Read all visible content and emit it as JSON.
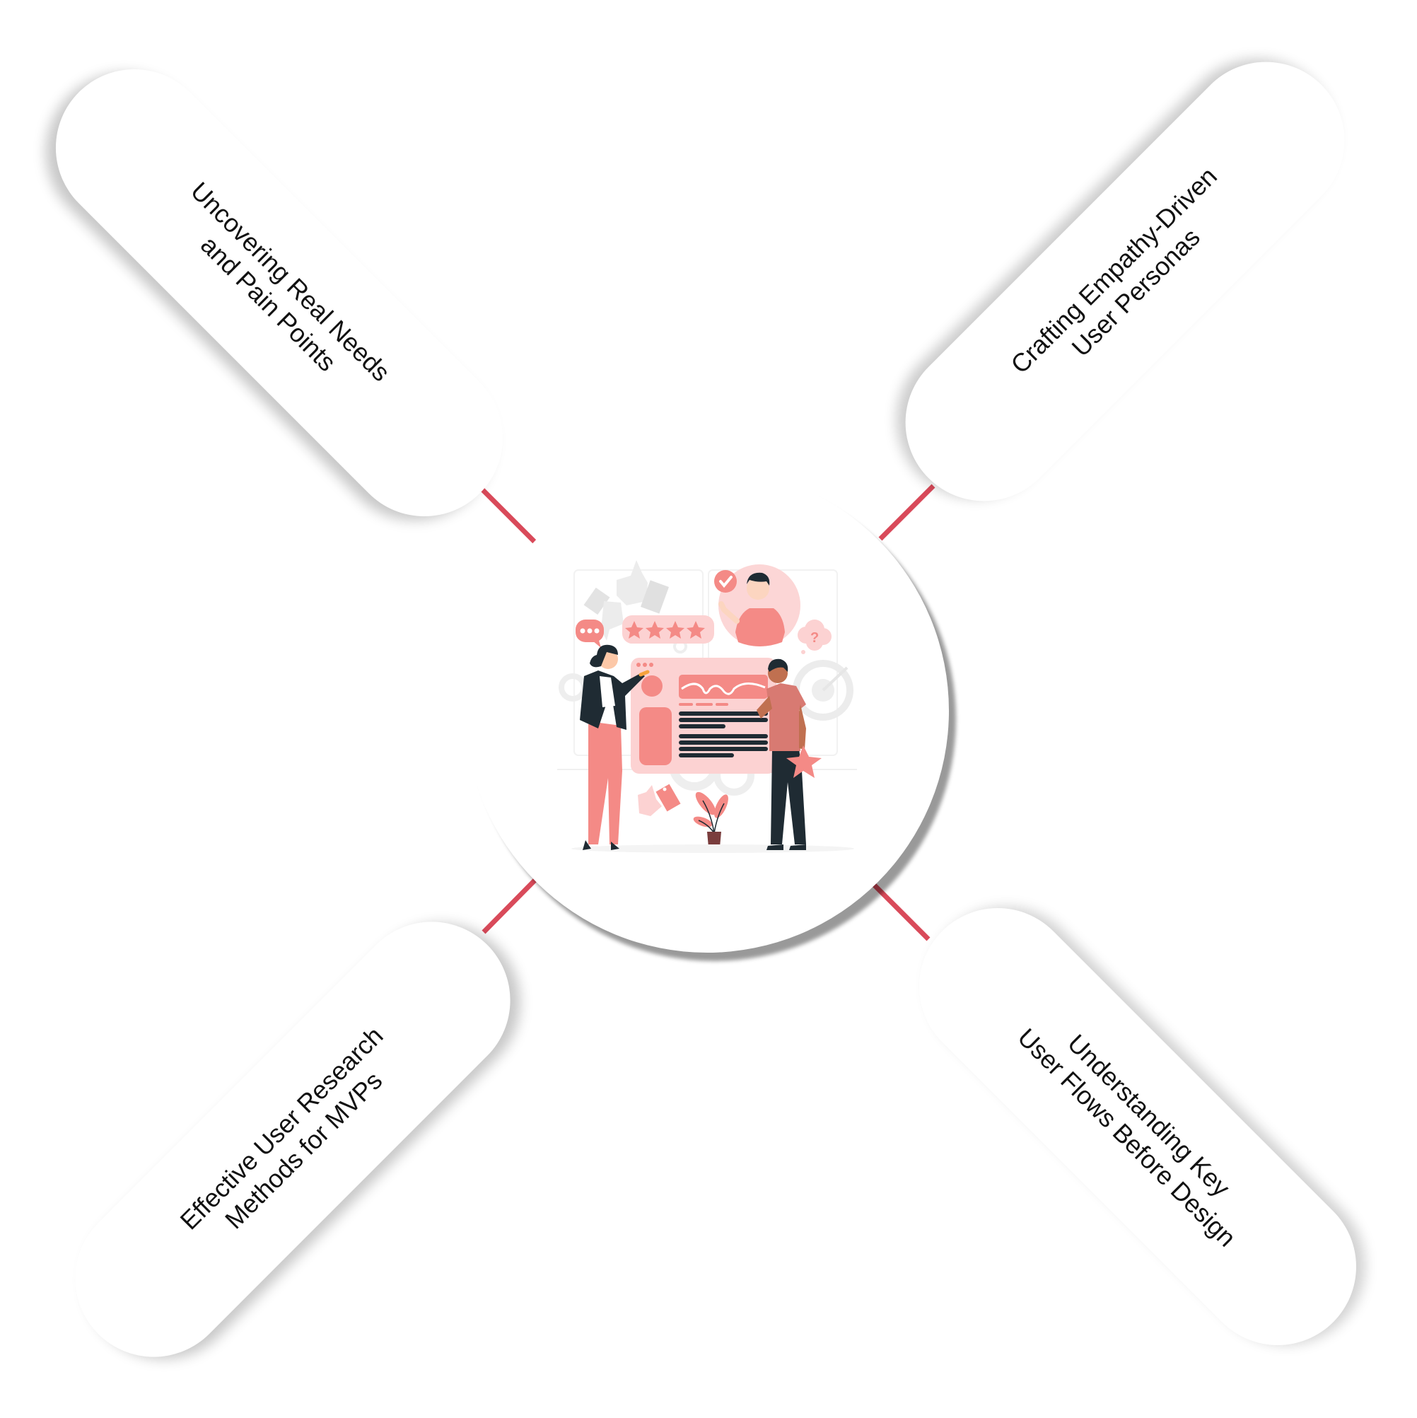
{
  "diagram": {
    "type": "hub-and-spoke",
    "center": {
      "illustration": "user-research-illustration",
      "description": "Two people reviewing a pink website mockup with star rating, persona avatar and feedback icons"
    },
    "topics": [
      {
        "position": "top-left",
        "lines": [
          "Uncovering Real Needs",
          "and Pain Points"
        ]
      },
      {
        "position": "top-right",
        "lines": [
          "Crafting Empathy-Driven",
          "User Personas"
        ]
      },
      {
        "position": "bottom-left",
        "lines": [
          "Effective User Research",
          "Methods for MVPs"
        ]
      },
      {
        "position": "bottom-right",
        "lines": [
          "Understanding Key",
          "User Flows Before Design"
        ]
      }
    ]
  },
  "colors": {
    "connector": "#d94a5a",
    "pill_fill": "#ffffff",
    "text": "#111111",
    "accent_pink": "#f48a86",
    "light_pink": "#fcd2d2",
    "navy": "#1f2b33",
    "hub_shadow": "#999999"
  }
}
